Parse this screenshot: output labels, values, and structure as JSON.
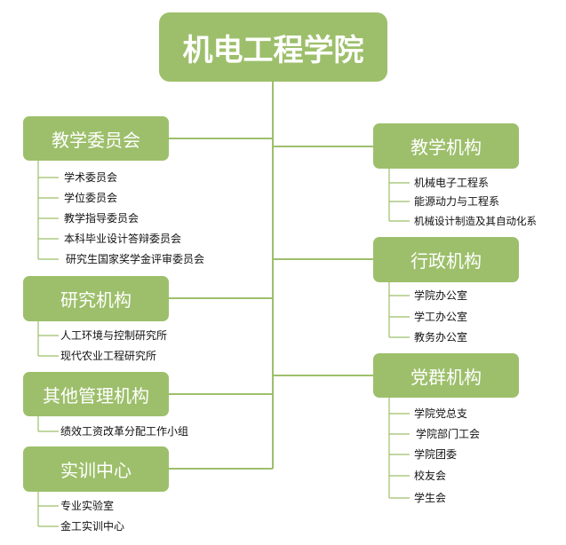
{
  "title": "机电工程学院",
  "left": [
    {
      "name": "教学委员会",
      "items": [
        "学术委员会",
        "学位委员会",
        "教学指导委员会",
        "本科毕业设计答辩委员会",
        "研究生国家奖学金评审委员会"
      ]
    },
    {
      "name": "研究机构",
      "items": [
        "人工环境与控制研究所",
        "现代农业工程研究所"
      ]
    },
    {
      "name": "其他管理机构",
      "items": [
        "绩效工资改革分配工作小组"
      ]
    },
    {
      "name": "实训中心",
      "items": [
        "专业实验室",
        "金工实训中心"
      ]
    }
  ],
  "right": [
    {
      "name": "教学机构",
      "items": [
        "机械电子工程系",
        "能源动力与工程系",
        "机械设计制造及其自动化系"
      ]
    },
    {
      "name": "行政机构",
      "items": [
        "学院办公室",
        "学工办公室",
        "教务办公室"
      ]
    },
    {
      "name": "党群机构",
      "items": [
        "学院党总支",
        "学院部门工会",
        "学院团委",
        "校友会",
        "学生会"
      ]
    }
  ],
  "colors": {
    "box": "#9dbf6b",
    "line": "#9dbf6b",
    "text": "#111111"
  }
}
